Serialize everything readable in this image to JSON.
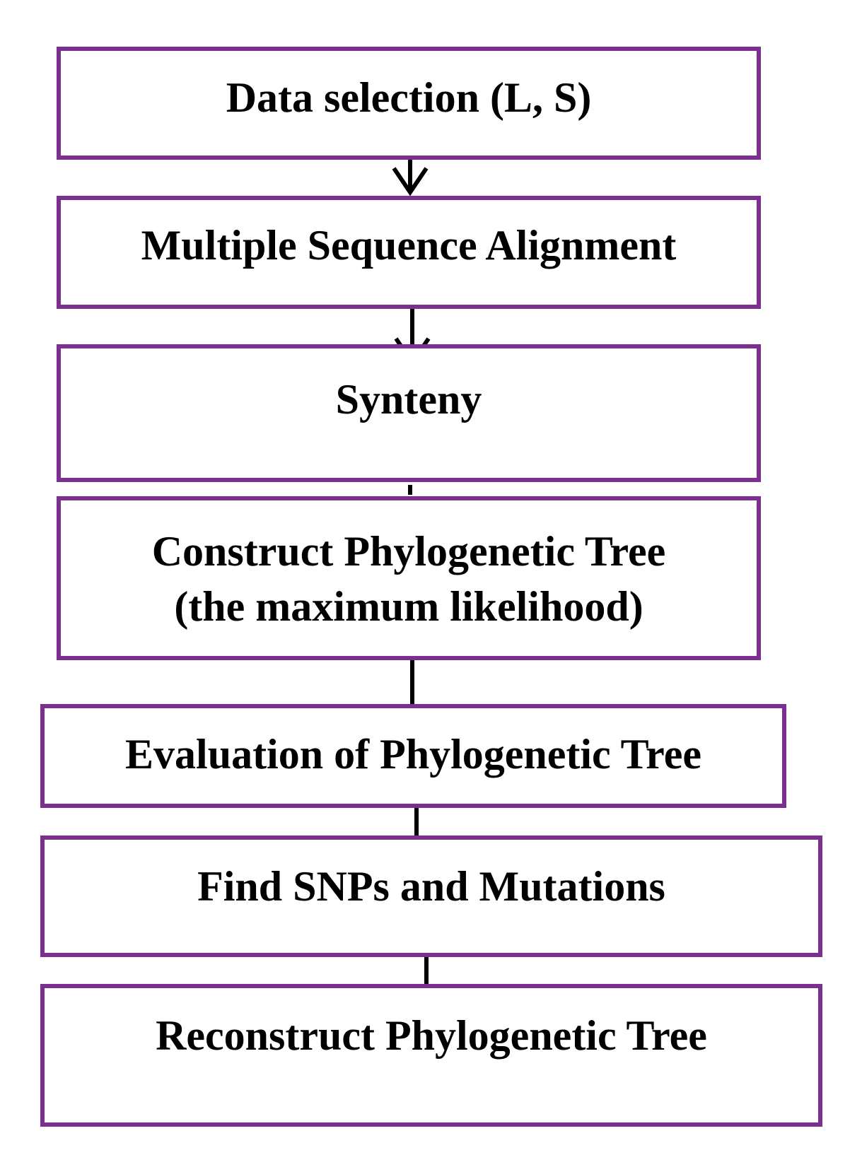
{
  "flowchart": {
    "steps": [
      {
        "label": "Data selection (L, S)"
      },
      {
        "label": "Multiple Sequence Alignment"
      },
      {
        "label": "Synteny"
      },
      {
        "label": "Construct Phylogenetic Tree",
        "label2": "(the maximum likelihood)"
      },
      {
        "label": "Evaluation of Phylogenetic Tree"
      },
      {
        "label": "Find SNPs and Mutations"
      },
      {
        "label": "Reconstruct Phylogenetic Tree"
      }
    ],
    "colors": {
      "box_border": "#7b2f8e",
      "text": "#000000",
      "arrow": "#000000"
    }
  }
}
